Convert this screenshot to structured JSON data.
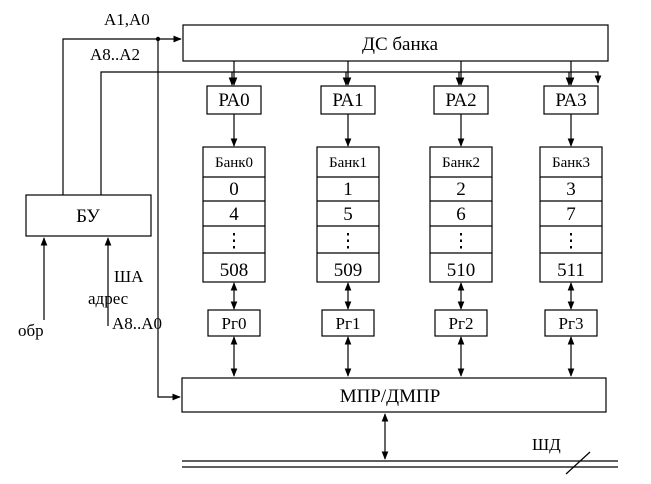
{
  "labels": {
    "addr_a1a0": "A1,A0",
    "addr_a8a2": "A8..A2",
    "bank_decoder": "ДС банка",
    "control_unit": "БУ",
    "sha": "ША",
    "address": "адрес",
    "addr_a8a0": "A8..A0",
    "op": "обр",
    "mux": "МПР/ДМПР",
    "data_bus": "ШД"
  },
  "banks": [
    {
      "ra": "РА0",
      "name": "Банк0",
      "cells": [
        "0",
        "4",
        "⋮",
        "508"
      ],
      "reg": "Рг0"
    },
    {
      "ra": "РА1",
      "name": "Банк1",
      "cells": [
        "1",
        "5",
        "⋮",
        "509"
      ],
      "reg": "Рг1"
    },
    {
      "ra": "РА2",
      "name": "Банк2",
      "cells": [
        "2",
        "6",
        "⋮",
        "510"
      ],
      "reg": "Рг2"
    },
    {
      "ra": "РА3",
      "name": "Банк3",
      "cells": [
        "3",
        "7",
        "⋮",
        "511"
      ],
      "reg": "Рг3"
    }
  ]
}
